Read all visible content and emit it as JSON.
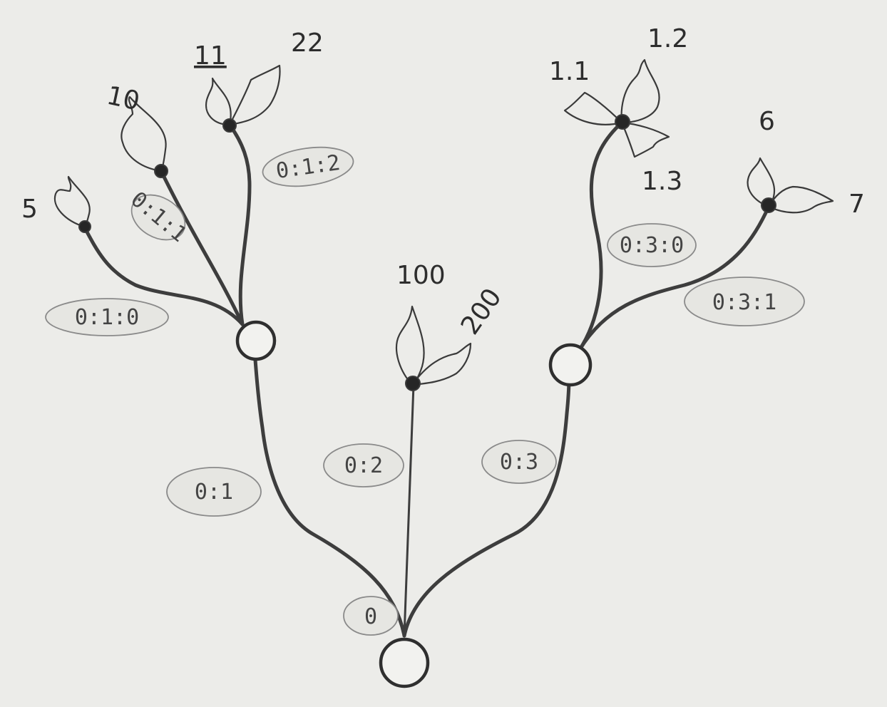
{
  "diagram": {
    "edge_labels": {
      "root": "0",
      "branch_1": "0:1",
      "branch_2": "0:2",
      "branch_3": "0:3",
      "twig_1_0": "0:1:0",
      "twig_1_1": "0:1:1",
      "twig_1_2": "0:1:2",
      "twig_3_0": "0:3:0",
      "twig_3_1": "0:3:1"
    },
    "leaf_labels": {
      "leaf_5": "5",
      "leaf_10": "10",
      "leaf_11": "11",
      "leaf_22": "22",
      "leaf_100": "100",
      "leaf_200": "200",
      "leaf_1_1": "1.1",
      "leaf_1_2": "1.2",
      "leaf_1_3": "1.3",
      "leaf_6": "6",
      "leaf_7": "7"
    }
  }
}
